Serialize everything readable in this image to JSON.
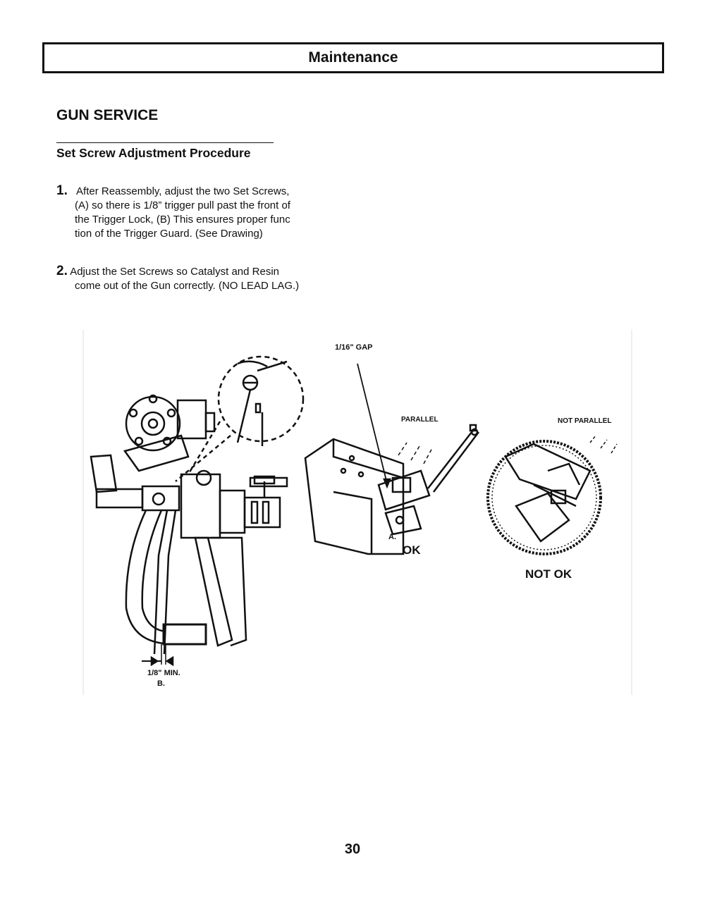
{
  "header": {
    "title": "Maintenance"
  },
  "section": {
    "title": "GUN SERVICE",
    "subtitle": "Set Screw Adjustment Procedure"
  },
  "steps": [
    {
      "number": "1.",
      "lines": [
        "After Reassembly, adjust the two Set Screws,",
        "(A) so there is 1/8” trigger pull past the front of",
        "the Trigger Lock, (B) This ensures proper func",
        "tion of the Trigger Guard. (See Drawing)"
      ]
    },
    {
      "number": "2.",
      "lines": [
        "Adjust the Set Screws so Catalyst and Resin",
        "come out of the Gun correctly. (NO LEAD LAG.)"
      ]
    }
  ],
  "figure": {
    "labels": {
      "gap": "1/16\" GAP",
      "parallel": "PARALLEL",
      "not_parallel": "NOT PARALLEL",
      "a": "A.",
      "ok": "OK",
      "not_ok": "NOT OK",
      "min": "1/8\" MIN.",
      "b": "B."
    }
  },
  "footer": {
    "page_number": "30"
  }
}
